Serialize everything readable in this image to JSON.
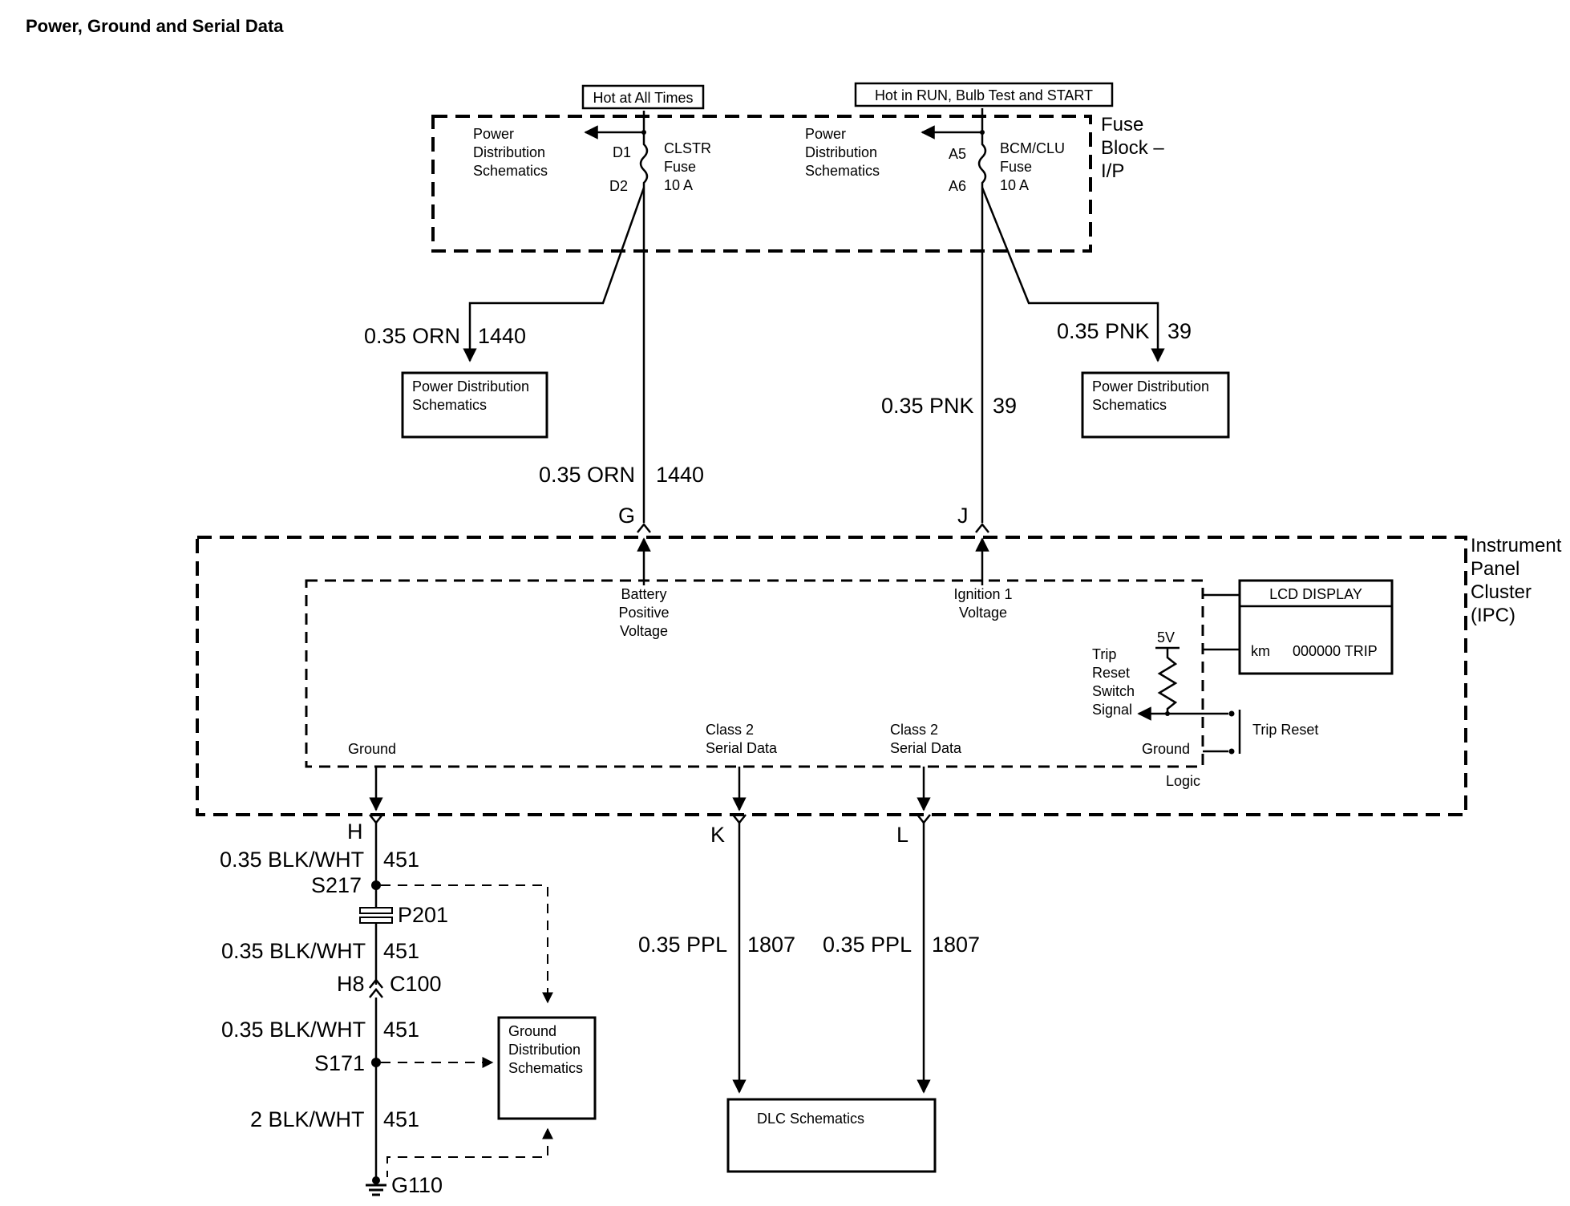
{
  "title": "Power, Ground and Serial Data",
  "fuse_block": {
    "label": [
      "Fuse",
      "Block –",
      "I/P"
    ],
    "hot_always": "Hot at All Times",
    "hot_run": "Hot in RUN, Bulb Test and START",
    "left_fuse": {
      "pin_top": "D1",
      "pin_bottom": "D2",
      "name": [
        "CLSTR",
        "Fuse",
        "10 A"
      ],
      "feed": [
        "Power",
        "Distribution",
        "Schematics"
      ]
    },
    "right_fuse": {
      "pin_top": "A5",
      "pin_bottom": "A6",
      "name": [
        "BCM/CLU",
        "Fuse",
        "10 A"
      ],
      "feed": [
        "Power",
        "Distribution",
        "Schematics"
      ]
    }
  },
  "wires": {
    "orn_branch": {
      "gauge": "0.35 ORN",
      "circuit": "1440"
    },
    "orn_main": {
      "gauge": "0.35 ORN",
      "circuit": "1440"
    },
    "pnk_branch": {
      "gauge": "0.35 PNK",
      "circuit": "39"
    },
    "pnk_main": {
      "gauge": "0.35 PNK",
      "circuit": "39"
    },
    "ground_1": {
      "gauge": "0.35 BLK/WHT",
      "circuit": "451"
    },
    "ground_2": {
      "gauge": "0.35 BLK/WHT",
      "circuit": "451"
    },
    "ground_3": {
      "gauge": "0.35 BLK/WHT",
      "circuit": "451"
    },
    "ground_4": {
      "gauge": "2 BLK/WHT",
      "circuit": "451"
    },
    "data_k": {
      "gauge": "0.35 PPL",
      "circuit": "1807"
    },
    "data_l": {
      "gauge": "0.35 PPL",
      "circuit": "1807"
    }
  },
  "boxes": {
    "pds_left": [
      "Power Distribution",
      "Schematics"
    ],
    "pds_right": [
      "Power Distribution",
      "Schematics"
    ],
    "gds": [
      "Ground",
      "Distribution",
      "Schematics"
    ],
    "dlc": "DLC Schematics"
  },
  "connectors": {
    "g": "G",
    "j": "J",
    "h": "H",
    "k": "K",
    "l": "L",
    "h8": "H8",
    "c100": "C100",
    "p201": "P201",
    "s217": "S217",
    "s171": "S171",
    "g110": "G110"
  },
  "ipc": {
    "label": [
      "Instrument",
      "Panel",
      "Cluster",
      "(IPC)"
    ],
    "battery": [
      "Battery",
      "Positive",
      "Voltage"
    ],
    "ignition": [
      "Ignition 1",
      "Voltage"
    ],
    "ground": "Ground",
    "class2_k": [
      "Class 2",
      "Serial Data"
    ],
    "class2_l": [
      "Class 2",
      "Serial Data"
    ],
    "lcd_title": "LCD DISPLAY",
    "lcd_unit": "km",
    "lcd_value": "000000 TRIP",
    "five_v": "5V",
    "trip_signal": [
      "Trip",
      "Reset",
      "Switch",
      "Signal"
    ],
    "ground_logic": "Ground",
    "logic": "Logic",
    "trip_reset": "Trip Reset"
  }
}
